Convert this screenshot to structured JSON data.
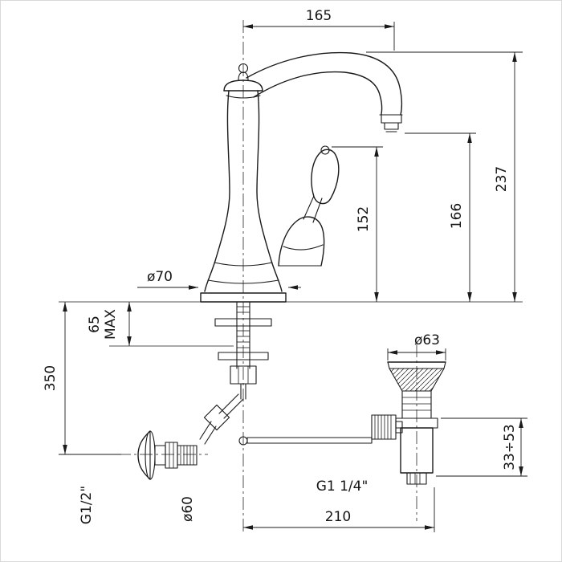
{
  "drawing": {
    "kind": "faucet-technical-dimension-drawing",
    "ink_color": "#1a1a1a",
    "background_color": "#ffffff"
  },
  "dims": {
    "spout_reach": "165",
    "overall_height": "237",
    "outlet_height": "166",
    "handle_height": "152",
    "base_diameter": "ø70",
    "deck_thickness": "65",
    "deck_thickness_qualifier": "MAX",
    "below_deck_depth": "350",
    "drain_flange_diameter": "ø63",
    "drain_adjust_range": "33÷53",
    "supply_thread": "G1/2\"",
    "escutcheon_diameter": "ø60",
    "drain_thread": "G1 1/4\"",
    "center_to_drain": "210"
  }
}
